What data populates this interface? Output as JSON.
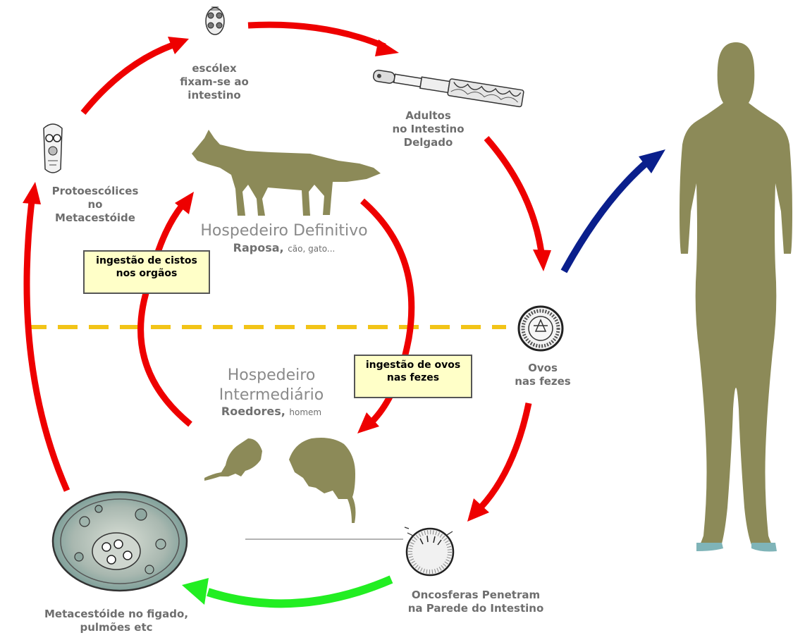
{
  "stages": {
    "scolex": [
      "escólex",
      "fixam-se ao",
      "intestino"
    ],
    "adults": [
      "Adultos",
      "no Intestino",
      "Delgado"
    ],
    "protoscolices": [
      "Protoescólices",
      "no",
      "Metacestóide"
    ],
    "eggs": [
      "Ovos",
      "nas fezes"
    ],
    "oncospheres": [
      "Oncosferas Penetram",
      "na Parede do Intestino"
    ],
    "metacestode": [
      "Metacestóide no figado,",
      "pulmões etc"
    ]
  },
  "hosts": {
    "definitive": {
      "title": "Hospedeiro Definitivo",
      "sub_bold": "Raposa,",
      "sub_small": "cão, gato..."
    },
    "intermediate": {
      "title_1": "Hospedeiro",
      "title_2": "Intermediário",
      "sub_bold": "Roedores,",
      "sub_small": "homem"
    }
  },
  "notes": {
    "cysts": [
      "ingestão de cistos",
      "nos orgãos"
    ],
    "eggs": [
      "ingestão de ovos",
      "nas fezes"
    ]
  },
  "colors": {
    "cycle_arrow": "#ee0000",
    "human_arrow": "#0a1f8c",
    "metacestode_arrow": "#22ee22",
    "boundary_line": "#f2c418",
    "silhouette": "#8c8a58",
    "note_bg": "#ffffc8"
  },
  "icons": [
    "scolex-icon",
    "adult-worm-icon",
    "protoscolex-icon",
    "egg-icon",
    "oncosphere-icon",
    "metacestode-cyst-icon",
    "fox-silhouette",
    "mouse-silhouette",
    "vole-silhouette",
    "human-silhouette"
  ]
}
